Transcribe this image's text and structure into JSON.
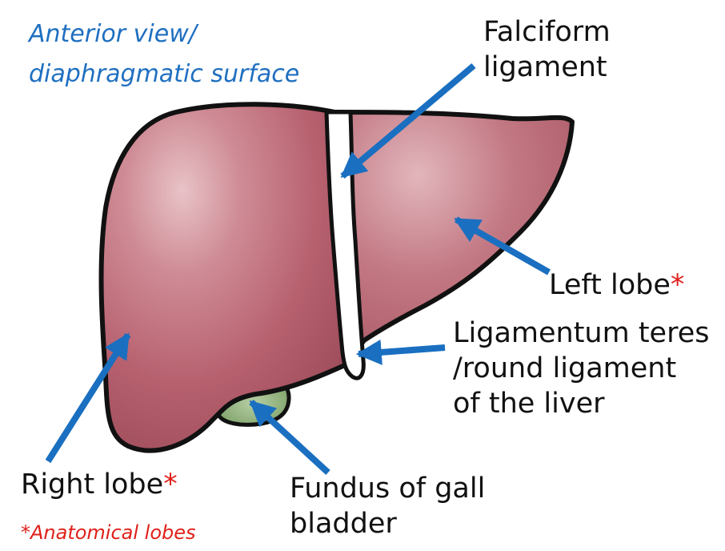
{
  "title": {
    "line1": "Anterior view/",
    "line2": "diaphragmatic surface"
  },
  "labels": {
    "falciform_line1": "Falciform",
    "falciform_line2": "ligament",
    "left_lobe": "Left lobe",
    "left_lobe_marker": "*",
    "teres_line1": "Ligamentum teres",
    "teres_line2": "/round ligament",
    "teres_line3": "of the liver",
    "right_lobe": "Right lobe",
    "right_lobe_marker": "*",
    "fundus_line1": "Fundus of gall",
    "fundus_line2": "bladder"
  },
  "footnote": "*Anatomical lobes",
  "colors": {
    "title": "#1f6fc0",
    "arrow": "#1a6fc0",
    "asterisk": "#e0201b",
    "liver": "#b45f6c",
    "gallbladder": "#8fb07a"
  }
}
